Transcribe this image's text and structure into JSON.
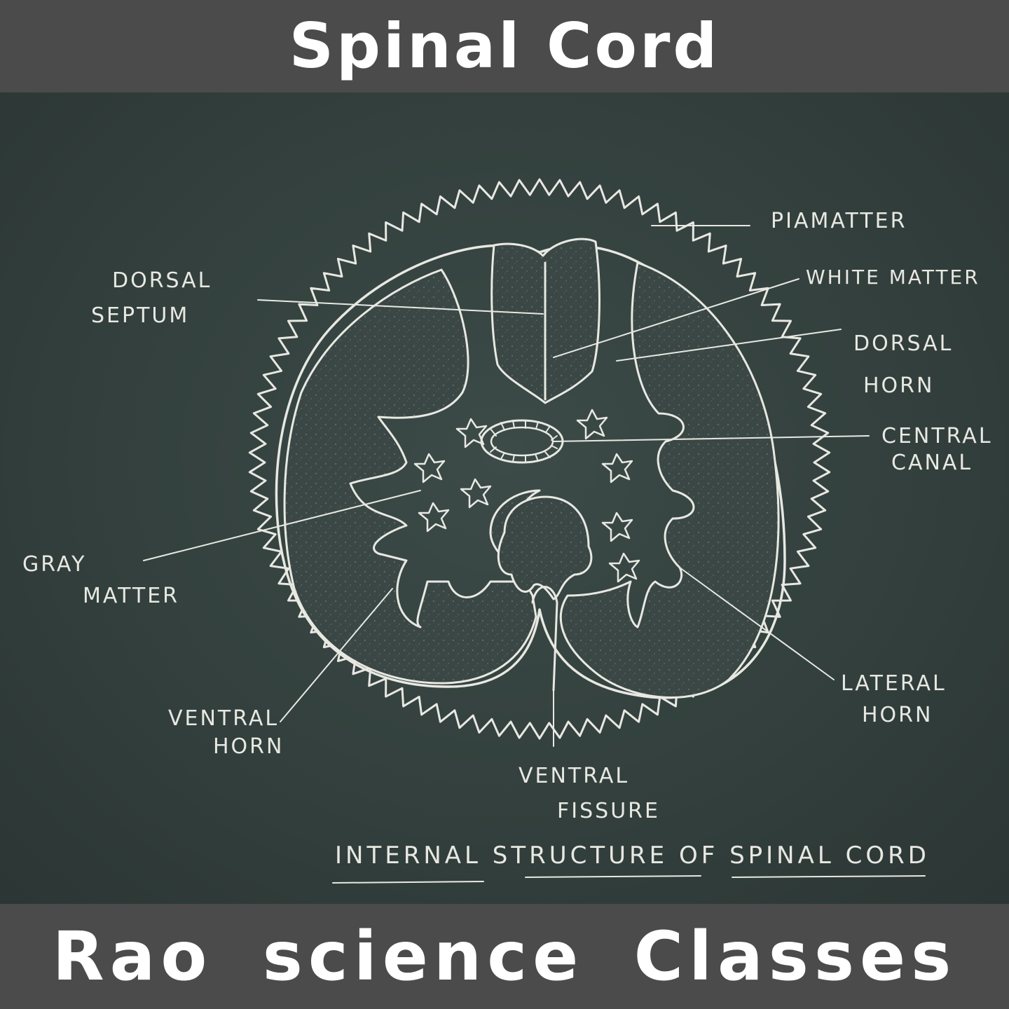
{
  "header": {
    "title": "Spinal Cord"
  },
  "footer": {
    "title": "Rao science Classes"
  },
  "diagram": {
    "caption": "INTERNAL STRUCTURE OF SPINAL CORD",
    "labels": {
      "piamatter": "PIAMATTER",
      "white_matter": "WHITE MATTER",
      "dorsal_septum_1": "DORSAL",
      "dorsal_septum_2": "SEPTUM",
      "dorsal_horn_1": "DORSAL",
      "dorsal_horn_2": "HORN",
      "central_canal_1": "CENTRAL",
      "central_canal_2": "CANAL",
      "gray_matter_1": "GRAY",
      "gray_matter_2": "MATTER",
      "ventral_horn_1": "VENTRAL",
      "ventral_horn_2": "HORN",
      "lateral_horn_1": "LATERAL",
      "lateral_horn_2": "HORN",
      "ventral_fissure_1": "VENTRAL",
      "ventral_fissure_2": "FISSURE"
    },
    "colors": {
      "chalk": "#e8e8e2",
      "board": "#33403d",
      "banner": "#4b4b4b"
    }
  }
}
